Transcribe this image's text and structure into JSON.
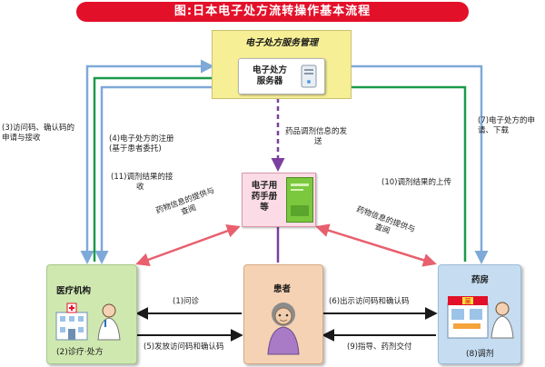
{
  "title": "图:日本电子处方流转操作基本流程",
  "panel": {
    "title": "电子处方服务管理"
  },
  "server": {
    "line1": "电子处方",
    "line2": "服务器"
  },
  "medbook": {
    "line1": "电子用",
    "line2": "药手册",
    "line3": "等"
  },
  "hospital": {
    "title": "医疗机构",
    "action": "(2)诊疗·处方"
  },
  "patient": {
    "title": "患者"
  },
  "pharmacy": {
    "title": "药房",
    "action": "(8)调剂"
  },
  "steps": {
    "s1": "(1)问诊",
    "s3_l1": "(3)访问码、确认码的",
    "s3_l2": "申请与接收",
    "s4_l1": "(4)电子处方的注册",
    "s4_l2": "(基于患者委托)",
    "s5": "(5)发放访问码和确认码",
    "s6": "(6)出示访问码和确认码",
    "s7_l1": "(7)电子处方的申",
    "s7_l2": "请、下载",
    "s9": "(9)指导、药剂交付",
    "s10": "(10)调剂结果的上传",
    "s11_l1": "(11)调剂结果的接",
    "s11_l2": "收",
    "drug_send_l1": "药品调剂信息的发",
    "drug_send_l2": "送",
    "info_left_l1": "药物信息的提供与",
    "info_left_l2": "查阅",
    "info_right_l1": "药物信息的提供与",
    "info_right_l2": "查阅"
  },
  "colors": {
    "title_bg": "#e3102a",
    "panel_bg": "#f6ef96",
    "blue_arrow": "#7ea9d8",
    "green_arrow": "#1a9b4a",
    "purple_dashed": "#7b3fa0",
    "red_arrow": "#e8606e",
    "black_arrow": "#1a1a1a"
  }
}
